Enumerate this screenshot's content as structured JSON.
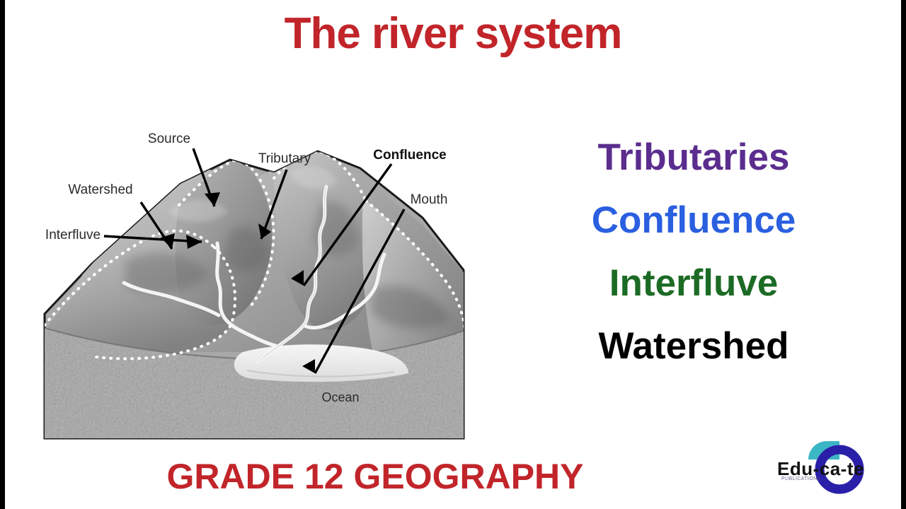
{
  "page": {
    "title": "The river system",
    "caption": "GRADE 12 GEOGRAPHY",
    "background": "#ffffff",
    "title_color": "#c1252a",
    "caption_color": "#c1252a",
    "frame_color": "#000000"
  },
  "wordlist": {
    "items": [
      {
        "label": "Tributaries",
        "color": "#5b2d8e"
      },
      {
        "label": "Confluence",
        "color": "#2a5fe0"
      },
      {
        "label": "Interfluve",
        "color": "#1c6b25"
      },
      {
        "label": "Watershed",
        "color": "#000000"
      }
    ]
  },
  "diagram": {
    "name": "river-system-block-diagram",
    "labels": {
      "source": "Source",
      "watershed": "Watershed",
      "interfluve": "Interfluve",
      "tributary": "Tributary",
      "confluence": "Confluence",
      "mouth": "Mouth",
      "ocean": "Ocean"
    },
    "colors": {
      "land_light": "#b9b9b9",
      "land_mid": "#9a9a9a",
      "land_dark": "#777777",
      "rock_base": "#8e8e8e",
      "river": "#f2f2f2",
      "ocean": "#ededed",
      "border": "#1a1a1a",
      "label_text": "#2b2b2b",
      "arrow": "#000000",
      "divide_dots": "#ffffff"
    }
  },
  "logo": {
    "text": "Edu-ca-te",
    "subtext": "PUBLICATIONS",
    "arc_color": "#3bb6c4",
    "ring_color": "#2a1fa8",
    "text_color": "#111111"
  }
}
